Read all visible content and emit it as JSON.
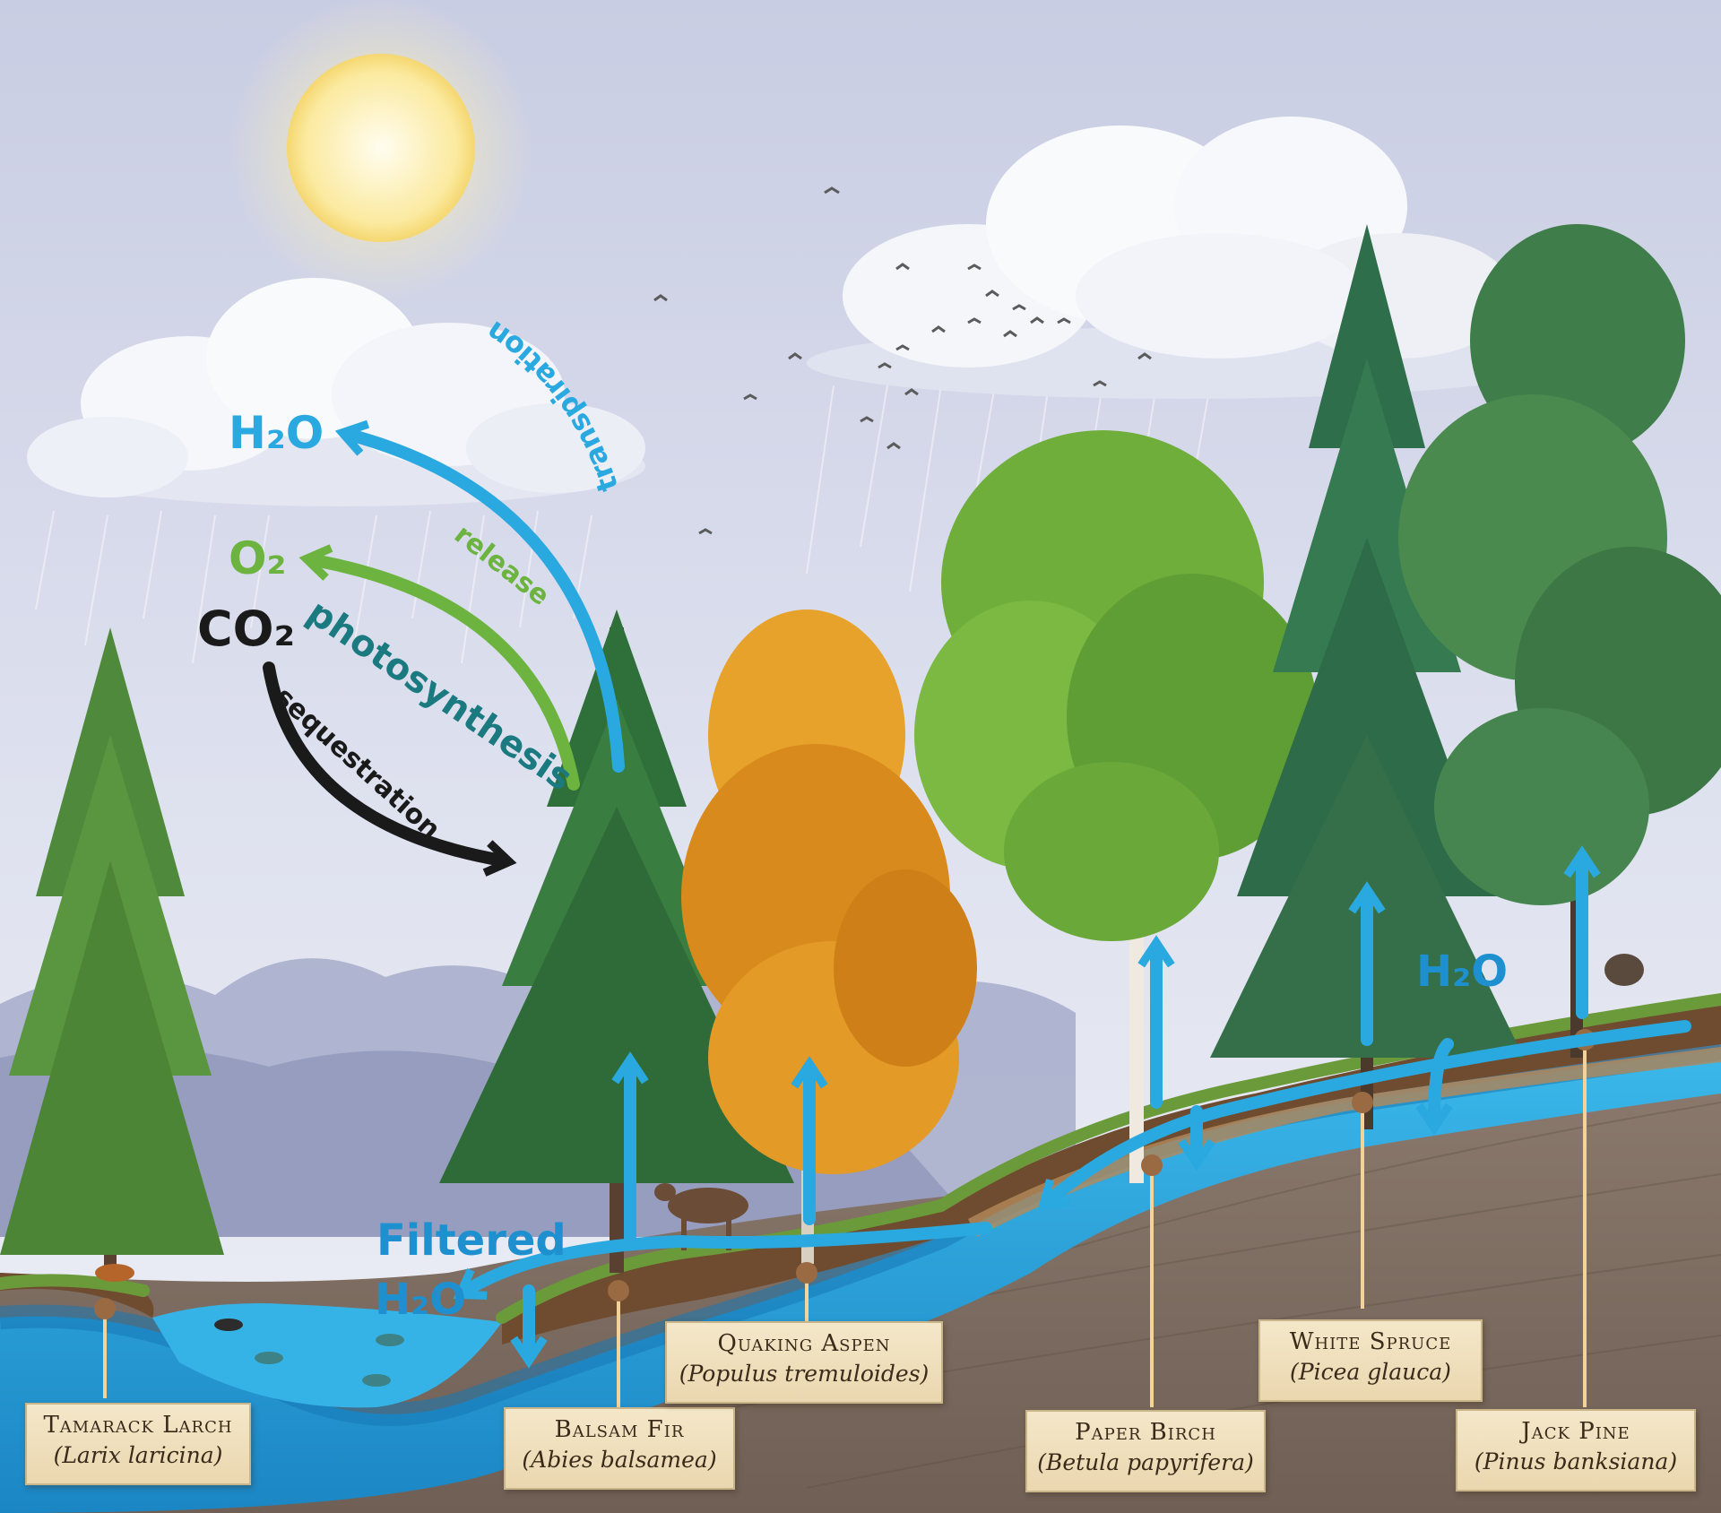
{
  "cycle_labels": {
    "h2o_top": "H₂O",
    "o2": "O₂",
    "co2": "CO₂",
    "transpiration": "transpiration",
    "release": "release",
    "photosynthesis": "photosynthesis",
    "sequestration": "sequestration",
    "h2o_right": "H₂O",
    "filtered": "Filtered",
    "filtered_h2o": "H₂O"
  },
  "colors": {
    "water_arrow": "#29a9e0",
    "oxygen": "#6cb33f",
    "carbon": "#1a1a1a",
    "photosynthesis": "#1b7a80",
    "filtered_text": "#1e90d0"
  },
  "trees": [
    {
      "common": "Tamarack Larch",
      "latin": "(Larix laricina)"
    },
    {
      "common": "Balsam Fir",
      "latin": "(Abies balsamea)"
    },
    {
      "common": "Quaking Aspen",
      "latin": "(Populus tremuloides)"
    },
    {
      "common": "Paper Birch",
      "latin": "(Betula papyrifera)"
    },
    {
      "common": "White Spruce",
      "latin": "(Picea glauca)"
    },
    {
      "common": "Jack Pine",
      "latin": "(Pinus banksiana)"
    }
  ]
}
